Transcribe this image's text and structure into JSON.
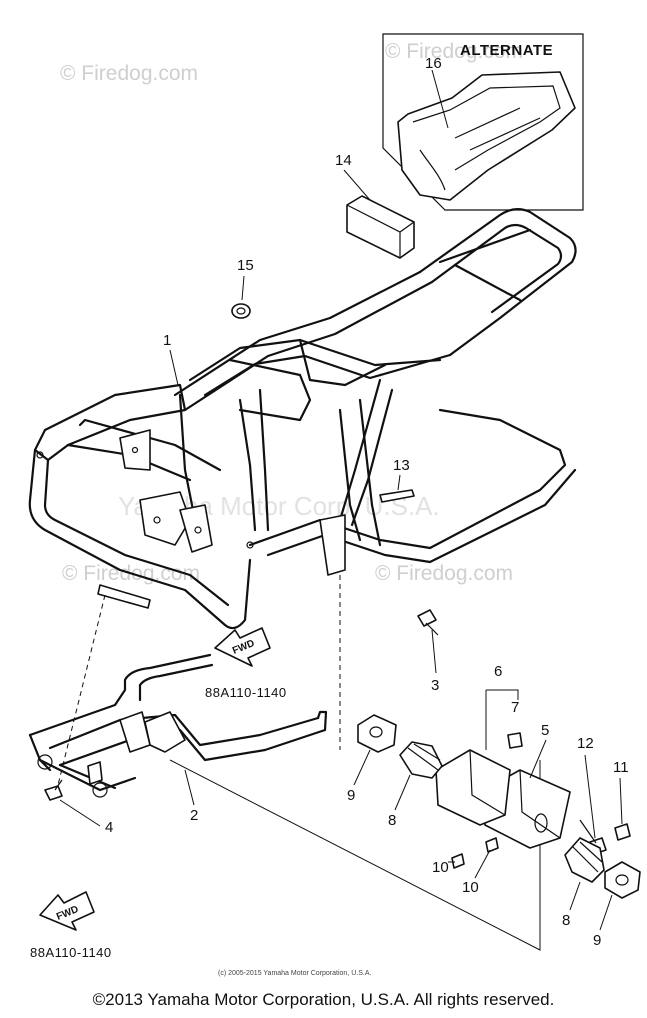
{
  "watermarks": {
    "firedog_1": "© Firedog.com",
    "firedog_2": "© Firedog.com",
    "firedog_3": "© Firedog.com",
    "firedog_4": "© Firedog.com",
    "yamaha_center": "Yamaha Motor Corp. U.S.A."
  },
  "alternate_label": "ALTERNATE",
  "fwd_label": "FWD",
  "part_numbers": {
    "upper": "88A110-1140",
    "lower": "88A110-1140"
  },
  "callouts": {
    "c1": "1",
    "c2": "2",
    "c3": "3",
    "c4": "4",
    "c5": "5",
    "c6": "6",
    "c7": "7",
    "c8a": "8",
    "c8b": "8",
    "c9a": "9",
    "c9b": "9",
    "c10a": "10",
    "c10b": "10",
    "c11": "11",
    "c12": "12",
    "c13": "13",
    "c14": "14",
    "c15": "15",
    "c16": "16"
  },
  "fine_print": "(c) 2005-2015 Yamaha Motor Corporation, U.S.A.",
  "copyright": "©2013 Yamaha Motor Corporation, U.S.A. All rights reserved."
}
